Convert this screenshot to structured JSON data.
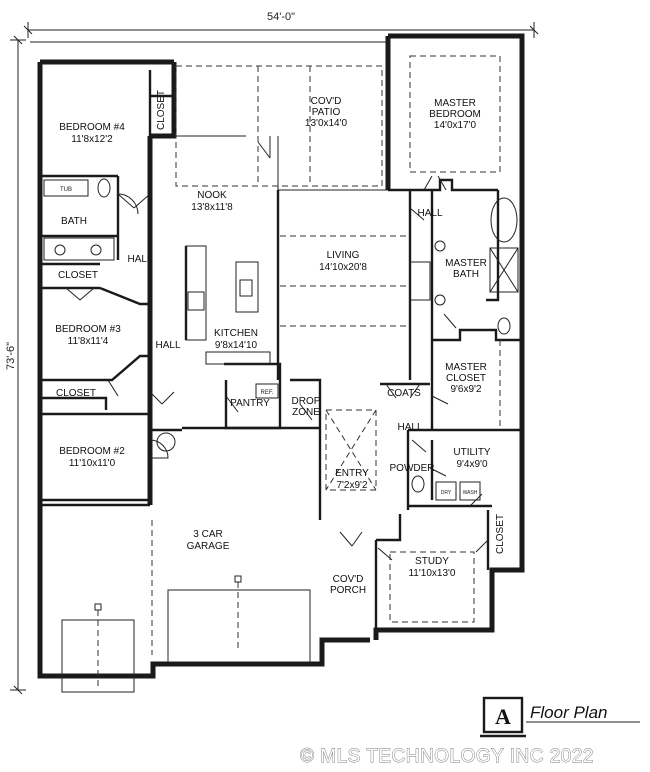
{
  "dimensions": {
    "width": "54'-0\"",
    "depth": "73'-6\""
  },
  "rooms": {
    "bedroom4": {
      "name": "BEDROOM #4",
      "size": "11'8x12'2"
    },
    "closet_bed4": {
      "name": "CLOSET"
    },
    "patio": {
      "name_line1": "COV'D",
      "name_line2": "PATIO",
      "size": "13'0x14'0"
    },
    "master_bedroom": {
      "name_line1": "MASTER",
      "name_line2": "BEDROOM",
      "size": "14'0x17'0"
    },
    "nook": {
      "name": "NOOK",
      "size": "13'8x11'8"
    },
    "bath": {
      "name": "BATH"
    },
    "hall_upper": {
      "name": "HALL"
    },
    "hall_master": {
      "name": "HALL"
    },
    "living": {
      "name": "LIVING",
      "size": "14'10x20'8"
    },
    "master_bath": {
      "name_line1": "MASTER",
      "name_line2": "BATH"
    },
    "closet_bed3": {
      "name": "CLOSET"
    },
    "bedroom3": {
      "name": "BEDROOM #3",
      "size": "11'8x11'4"
    },
    "hall_mid": {
      "name": "HALL"
    },
    "kitchen": {
      "name": "KITCHEN",
      "size": "9'8x14'10"
    },
    "master_closet": {
      "name_line1": "MASTER",
      "name_line2": "CLOSET",
      "size": "9'6x9'2"
    },
    "closet_bed2": {
      "name": "CLOSET"
    },
    "pantry": {
      "name": "PANTRY"
    },
    "drop_zone": {
      "name_line1": "DROP",
      "name_line2": "ZONE"
    },
    "coats": {
      "name": "COATS"
    },
    "hall_lower": {
      "name": "HALL"
    },
    "bedroom2": {
      "name": "BEDROOM #2",
      "size": "11'10x11'0"
    },
    "utility": {
      "name": "UTILITY",
      "size": "9'4x9'0"
    },
    "entry": {
      "name": "ENTRY",
      "size": "7'2x9'2"
    },
    "powder": {
      "name": "POWDER"
    },
    "garage": {
      "name_line1": "3 CAR",
      "name_line2": "GARAGE"
    },
    "study": {
      "name": "STUDY",
      "size": "11'10x13'0"
    },
    "closet_study": {
      "name": "CLOSET"
    },
    "porch": {
      "name_line1": "COV'D",
      "name_line2": "PORCH"
    }
  },
  "fixtures": {
    "tub_label": "TUB",
    "refrigerator_label": "REF.",
    "dryer_label": "DRY",
    "washer_label": "WASH"
  },
  "legend": {
    "letter": "A",
    "title": "Floor Plan"
  },
  "copyright": "© MLS TECHNOLOGY INC 2022"
}
